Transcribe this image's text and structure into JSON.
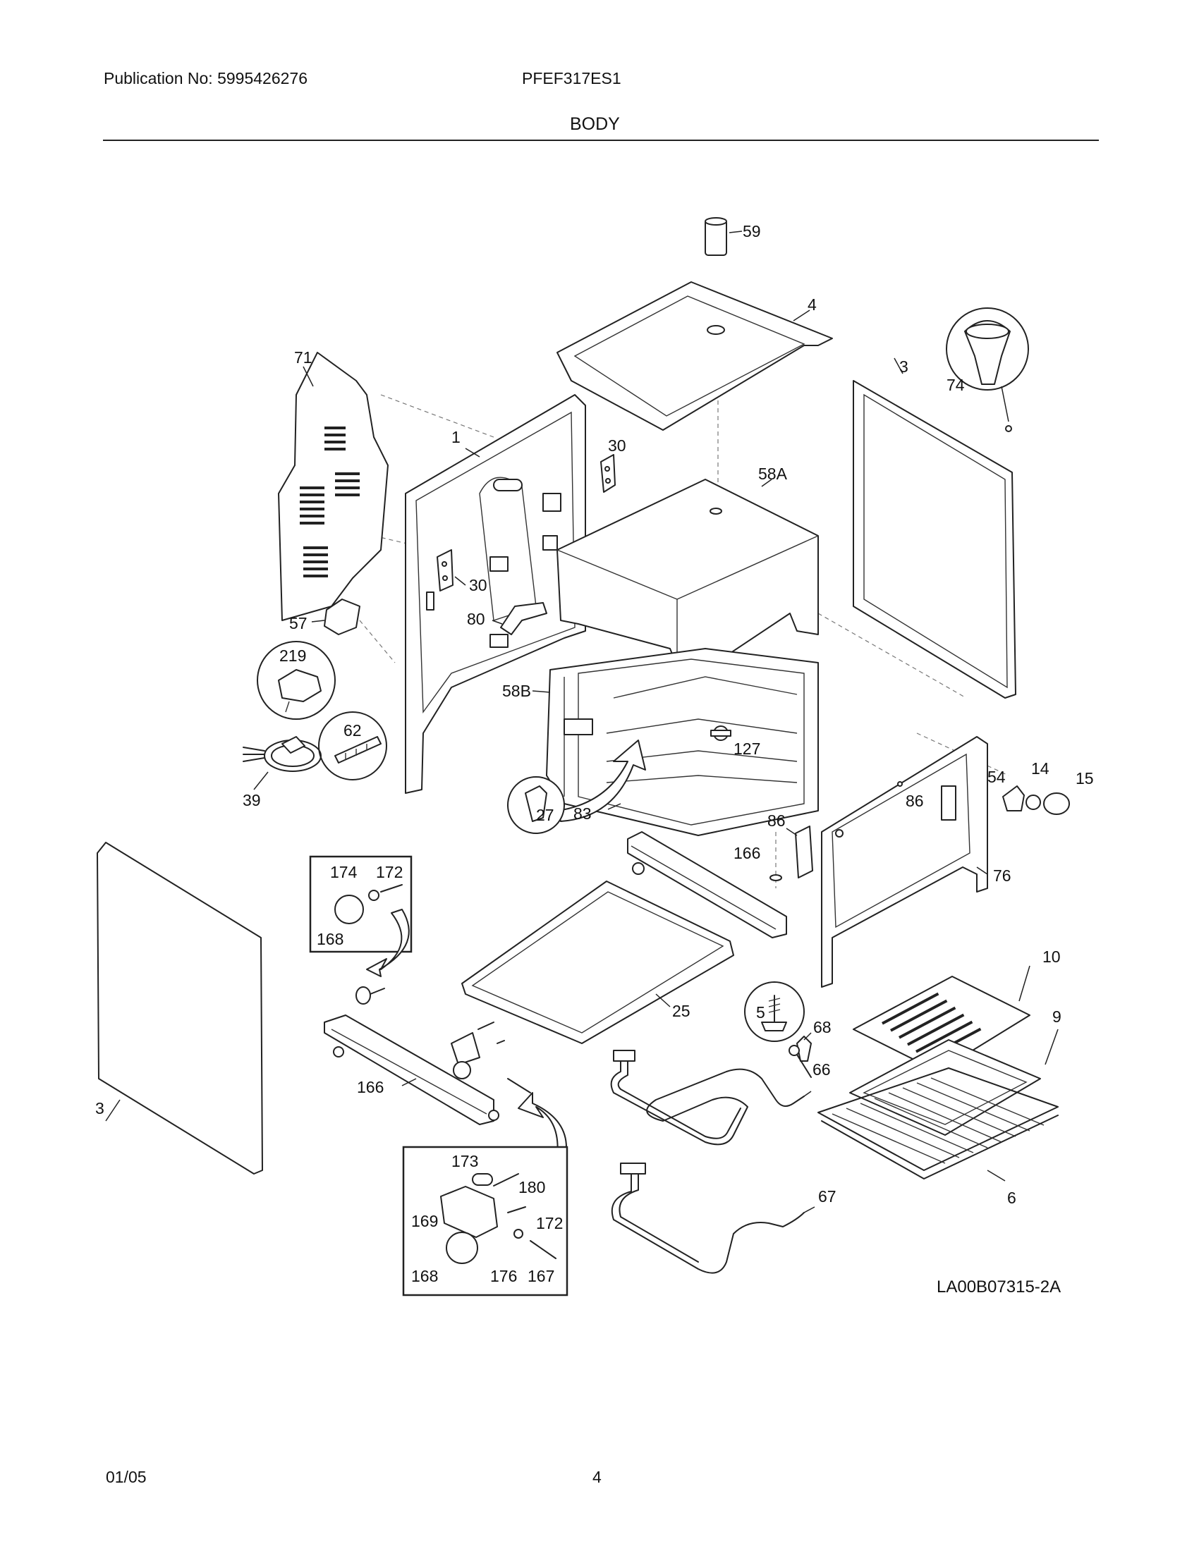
{
  "header": {
    "publication": "Publication No: 5995426276",
    "model": "PFEF317ES1",
    "section": "BODY"
  },
  "diagram": {
    "callouts": {
      "p59": "59",
      "p4": "4",
      "p71": "71",
      "p74": "74",
      "p3a": "3",
      "p1": "1",
      "p30a": "30",
      "p58a": "58A",
      "p30b": "30",
      "p57": "57",
      "p80": "80",
      "p219": "219",
      "p58b": "58B",
      "p62": "62",
      "p127": "127",
      "p54": "54",
      "p14": "14",
      "p15": "15",
      "p39": "39",
      "p27": "27",
      "p83": "83",
      "p86a": "86",
      "p86b": "86",
      "p166a": "166",
      "p76": "76",
      "p174": "174",
      "p172a": "172",
      "p168a": "168",
      "p10": "10",
      "p5": "5",
      "p25": "25",
      "p68": "68",
      "p9": "9",
      "p66": "66",
      "p166b": "166",
      "p3b": "3",
      "p173": "173",
      "p180": "180",
      "p169": "169",
      "p172b": "172",
      "p168b": "168",
      "p176": "176",
      "p167": "167",
      "p67": "67",
      "p6": "6"
    },
    "document_number": "LA00B07315-2A"
  },
  "footer": {
    "date": "01/05",
    "page": "4"
  }
}
